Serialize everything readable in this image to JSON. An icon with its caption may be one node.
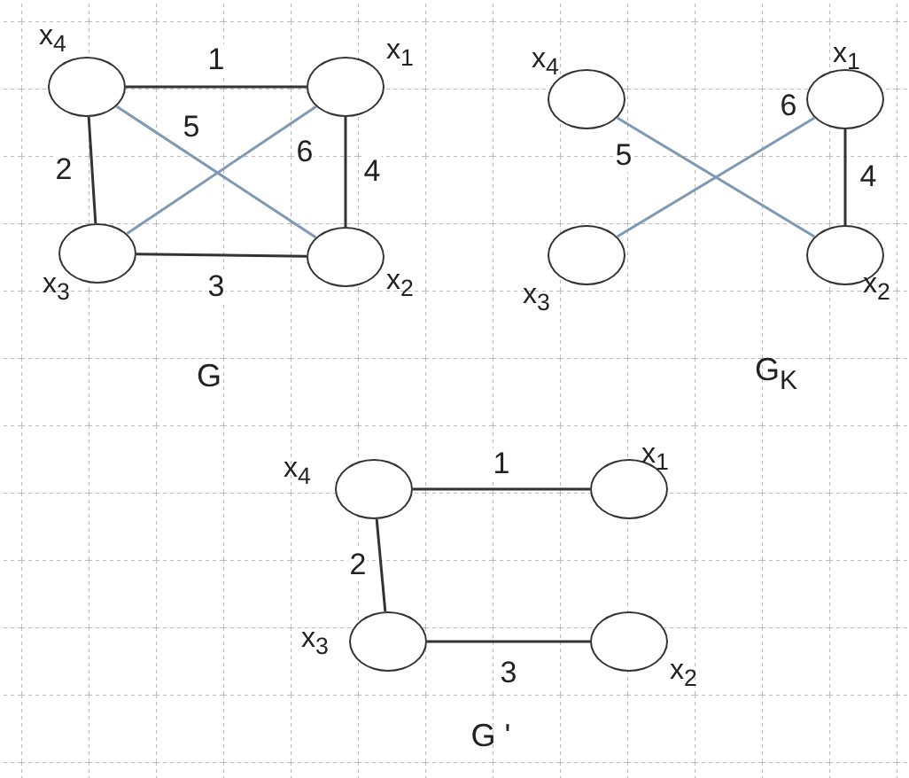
{
  "diagram": {
    "nodes": [
      {
        "text": [],
        "shape": "circle",
        "beside": [
          "x$_{4}$"
        ]
      },
      {
        "text": [],
        "shape": "circle",
        "beside": [
          "x$_{1}$"
        ]
      },
      {
        "text": [],
        "shape": "circle",
        "beside": [
          "x$_{3}$"
        ]
      },
      {
        "text": [],
        "shape": "circle",
        "beside": [
          "x$_{2}$"
        ]
      },
      {
        "text": [],
        "shape": "circle",
        "beside": [
          "x$_{4}$"
        ]
      },
      {
        "text": [],
        "shape": "circle",
        "beside": [
          "x$_{1}$"
        ]
      },
      {
        "text": [],
        "shape": "circle",
        "beside": [
          "x$_{3}$"
        ]
      },
      {
        "text": [],
        "shape": "circle",
        "beside": [
          "x$_{2}$"
        ]
      },
      {
        "text": [],
        "shape": "circle",
        "beside": [
          "x$_{4}$"
        ]
      },
      {
        "text": [],
        "shape": "circle",
        "beside": [
          "x$_{1}$"
        ]
      },
      {
        "text": [],
        "shape": "circle",
        "beside": [
          "x$_{3}$"
        ]
      },
      {
        "text": [],
        "shape": "circle",
        "beside": [
          "x$_{2}$"
        ]
      }
    ],
    "edges": [
      {
        "from": 0,
        "to": 1,
        "arrow": "none",
        "label": "1"
      },
      {
        "from": 0,
        "to": 2,
        "arrow": "none",
        "label": "2"
      },
      {
        "from": 2,
        "to": 3,
        "arrow": "none",
        "label": "3"
      },
      {
        "from": 1,
        "to": 3,
        "arrow": "none",
        "label": "4"
      },
      {
        "from": 0,
        "to": 3,
        "arrow": "none",
        "label": "5",
        "color": "#7f98b4"
      },
      {
        "from": 2,
        "to": 1,
        "arrow": "none",
        "label": "6",
        "color": "#7f98b4"
      },
      {
        "from": 4,
        "to": 7,
        "arrow": "none",
        "label": "5",
        "color": "#7f98b4"
      },
      {
        "from": 6,
        "to": 5,
        "arrow": "none",
        "label": "6",
        "color": "#7f98b4"
      },
      {
        "from": 5,
        "to": 7,
        "arrow": "none",
        "label": "4"
      },
      {
        "from": 8,
        "to": 9,
        "arrow": "none",
        "label": "1"
      },
      {
        "from": 8,
        "to": 10,
        "arrow": "none",
        "label": "2"
      },
      {
        "from": 10,
        "to": 11,
        "arrow": "none",
        "label": "3"
      }
    ],
    "labels": [
      "G",
      "G$_{K}$",
      "G '"
    ]
  }
}
